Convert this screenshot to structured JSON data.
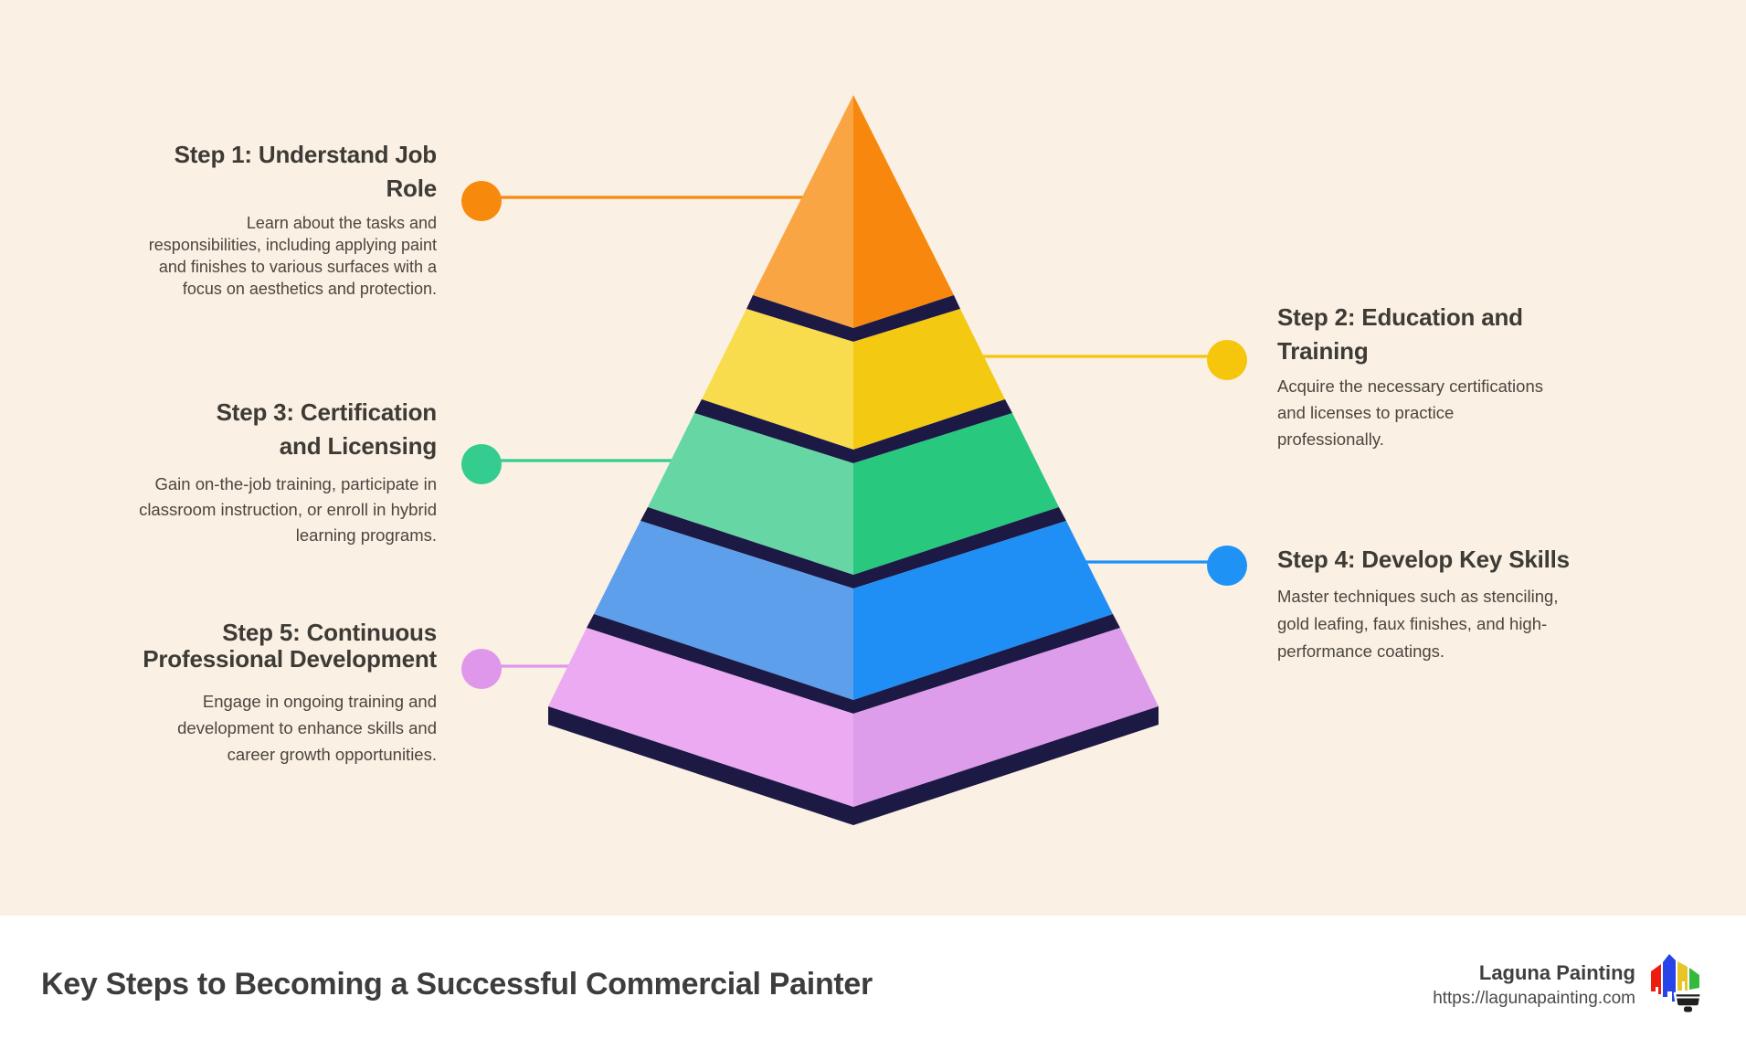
{
  "theme": {
    "background": "#FAF1E4",
    "footer_bar": "#FFFFFF",
    "title_text": "#3E3A35",
    "body_text": "#4C463F"
  },
  "pyramid": {
    "edge_color": "#1C1945",
    "layers": [
      {
        "step": 1,
        "light": "#FAA544",
        "dark": "#F8870E"
      },
      {
        "step": 2,
        "light": "#F9DC4D",
        "dark": "#F4C912"
      },
      {
        "step": 3,
        "light": "#66D7A4",
        "dark": "#28C87F"
      },
      {
        "step": 4,
        "light": "#5D9FEA",
        "dark": "#1F8FF6"
      },
      {
        "step": 5,
        "light": "#EBAAF1",
        "dark": "#DE9DEB"
      }
    ]
  },
  "steps": [
    {
      "title": "Step 1: Understand Job Role",
      "description": "Learn about the tasks and responsibilities, including applying paint and finishes to various surfaces with a focus on aesthetics and protection.",
      "accent": "#F78A0C",
      "side": "left"
    },
    {
      "title": "Step 2: Education and Training",
      "description": "Acquire the necessary certifications and licenses to practice professionally.",
      "accent": "#F5C60B",
      "side": "right"
    },
    {
      "title": "Step 3: Certification and Licensing",
      "description": "Gain on-the-job training, participate in classroom instruction, or enroll in hybrid learning programs.",
      "accent": "#35CD8F",
      "side": "left"
    },
    {
      "title": "Step 4: Develop Key Skills",
      "description": "Master techniques such as stenciling, gold leafing, faux finishes, and high-performance coatings.",
      "accent": "#1E92F5",
      "side": "right"
    },
    {
      "title": "Step 5: Continuous Professional Development",
      "description": "Engage in ongoing training and development to enhance skills and career growth opportunities.",
      "accent": "#DF97EC",
      "side": "left"
    }
  ],
  "footer": {
    "title": "Key Steps to Becoming a Successful Commercial Painter",
    "brand": "Laguna Painting",
    "url": "https://lagunapainting.com",
    "logo_colors": {
      "red": "#EC1D0E",
      "blue": "#2744E8",
      "yellow": "#E9C426",
      "green": "#33B93B",
      "black": "#1F1F1F"
    }
  }
}
